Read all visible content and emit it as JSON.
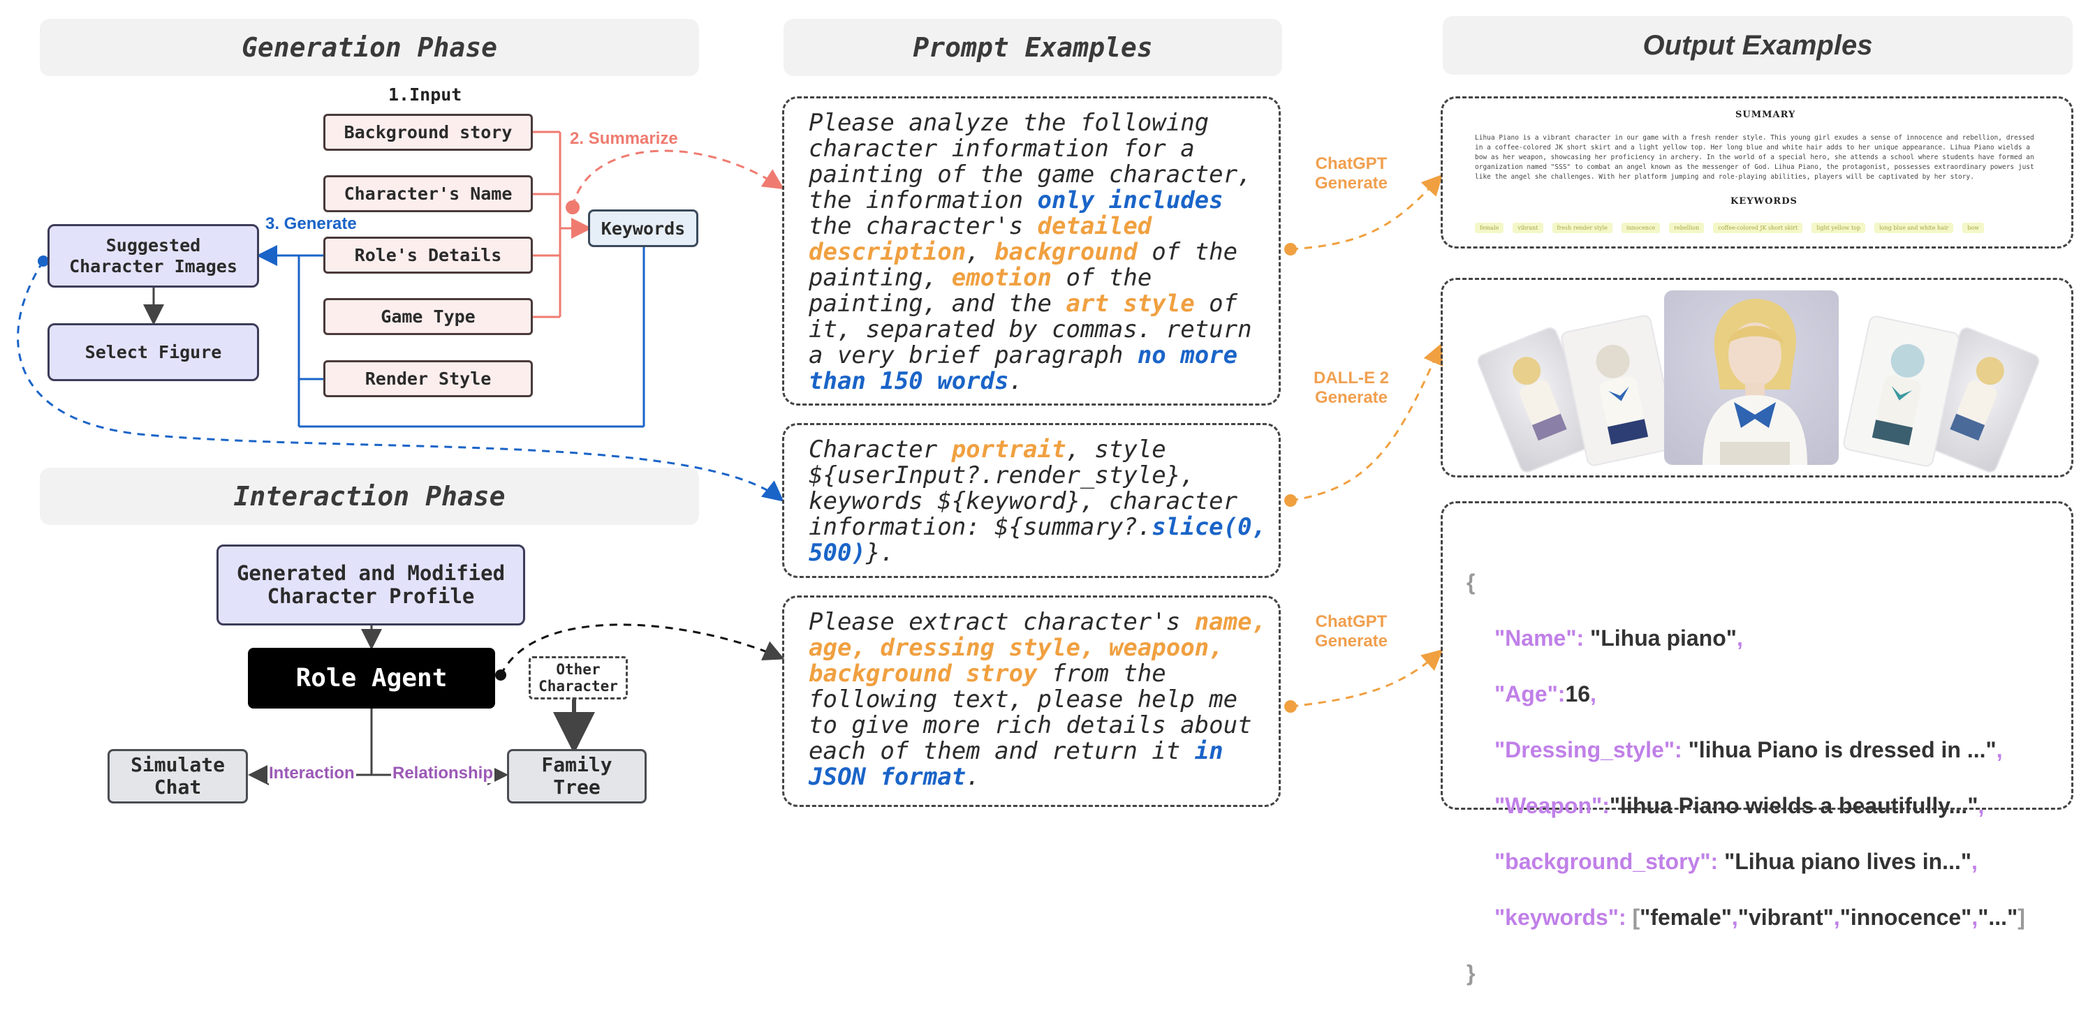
{
  "headers": {
    "generation": "Generation Phase",
    "prompt": "Prompt Examples",
    "output": "Output Examples",
    "interaction": "Interaction Phase"
  },
  "generation": {
    "step_input": "1.Input",
    "step_summarize": "2. Summarize",
    "step_generate": "3. Generate",
    "inputs": [
      "Background story",
      "Character's Name",
      "Role's Details",
      "Game Type",
      "Render Style"
    ],
    "keywords": "Keywords",
    "suggested": "Suggested\nCharacter Images",
    "select": "Select Figure"
  },
  "interaction": {
    "profile": "Generated and Modified\nCharacter Profile",
    "agent": "Role Agent",
    "other": "Other\nCharacter",
    "chat": "Simulate\nChat",
    "tree": "Family\nTree",
    "edge_interaction": "Interaction",
    "edge_relationship": "Relationship"
  },
  "prompts": {
    "p1": [
      {
        "t": "Please analyze the following character information for a painting of the game character, the information ",
        "s": ""
      },
      {
        "t": "only includes",
        "s": "b"
      },
      {
        "t": " the character's ",
        "s": ""
      },
      {
        "t": "detailed description",
        "s": "o"
      },
      {
        "t": ", ",
        "s": ""
      },
      {
        "t": "background",
        "s": "o"
      },
      {
        "t": " of the painting, ",
        "s": ""
      },
      {
        "t": "emotion",
        "s": "o"
      },
      {
        "t": " of the painting, and the ",
        "s": ""
      },
      {
        "t": "art style",
        "s": "o"
      },
      {
        "t": " of it, separated by commas. return a very brief paragraph ",
        "s": ""
      },
      {
        "t": "no more than 150 words",
        "s": "b"
      },
      {
        "t": ".",
        "s": ""
      }
    ],
    "p2": [
      {
        "t": "Character ",
        "s": ""
      },
      {
        "t": "portrait",
        "s": "o"
      },
      {
        "t": ", style ${userInput?.render_style}, keywords ${keyword}, character information: ${summary?.",
        "s": ""
      },
      {
        "t": "slice(0, 500)",
        "s": "b"
      },
      {
        "t": "}.",
        "s": ""
      }
    ],
    "p3": [
      {
        "t": "Please extract character's ",
        "s": ""
      },
      {
        "t": "name, age, dressing style, weapoon, background stroy",
        "s": "o"
      },
      {
        "t": " from the following text, please help me  to give more rich details about each of them and return it ",
        "s": ""
      },
      {
        "t": "in JSON format",
        "s": "b"
      },
      {
        "t": ".",
        "s": ""
      }
    ]
  },
  "arrow_labels": {
    "a1": "ChatGPT\nGenerate",
    "a2": "DALL-E 2\nGenerate",
    "a3": "ChatGPT\nGenerate"
  },
  "output1": {
    "summary_title": "SUMMARY",
    "summary_text": "Lihua Piano is a vibrant character in our game with a fresh render style. This young girl exudes a sense of innocence and rebellion, dressed in a coffee-colored JK short skirt and a light yellow top. Her long blue and white hair adds to her unique appearance. Lihua Piano wields a bow as her weapon, showcasing her proficiency in archery. In the world of a special hero, she attends a school where students have formed an organization named \"SSS\" to combat an angel known as the messenger of God. Lihua Piano, the protagonist, possesses extraordinary powers just like the angel she challenges. With her platform jumping and role-playing abilities, players will be captivated by her story.",
    "keywords_title": "KEYWORDS",
    "keywords": [
      "female",
      "vibrant",
      "fresh render style",
      "innocence",
      "rebellion",
      "coffee-colored JK short skirt",
      "light yellow top",
      "long blue and white hair",
      "bow"
    ]
  },
  "output3": {
    "open": "{",
    "close": "}",
    "rows": [
      {
        "k": "\"Name\"",
        "v": " \"Lihua piano\"",
        "end": ","
      },
      {
        "k": "\"Age\"",
        "v": "16",
        "end": ","
      },
      {
        "k": "\"Dressing_style\"",
        "v": " \"lihua Piano is dressed in ...\"",
        "end": ","
      },
      {
        "k": "\"Weapon\"",
        "v": "\"lihua Piano wields a beautifully...\"",
        "end": ","
      },
      {
        "k": "\"background_story\"",
        "v": " \"Lihua piano lives in...\"",
        "end": ","
      },
      {
        "k": "\"keywords\"",
        "v": "",
        "end": ""
      }
    ],
    "kw": [
      "\"female\"",
      "\"vibrant\"",
      "\"innocence\"",
      "\"...\""
    ]
  },
  "colors": {
    "orange": "#f0a040",
    "blue": "#1a64c8",
    "salmon": "#ef7b70",
    "purple_label": "#9b59b6"
  }
}
